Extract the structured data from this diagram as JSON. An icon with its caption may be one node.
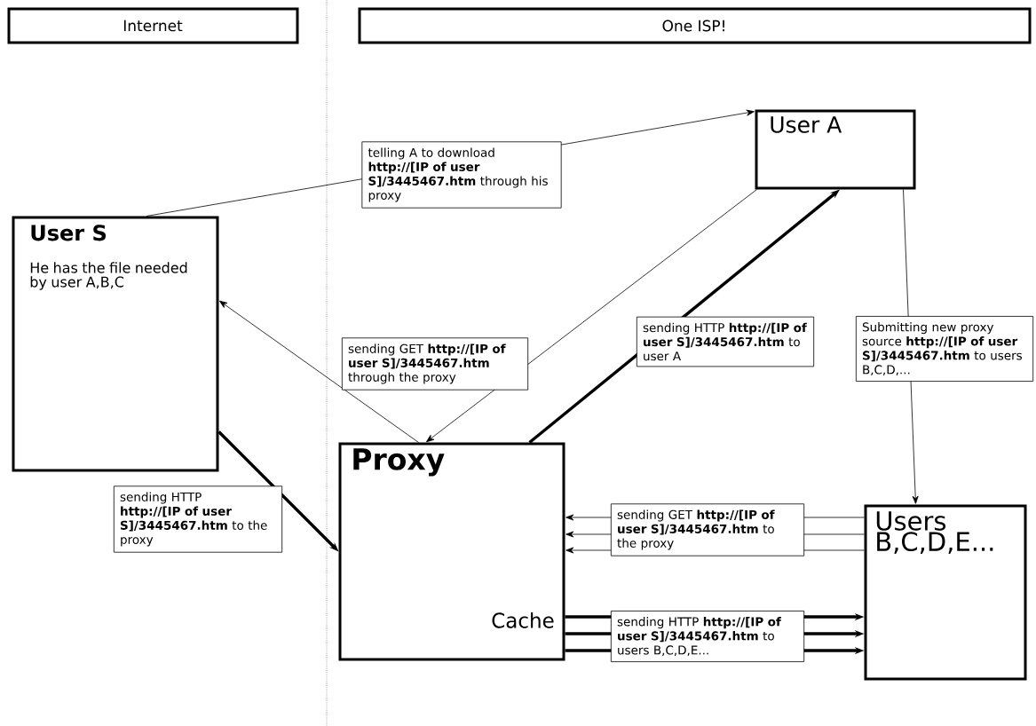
{
  "diagram": {
    "nodes": [
      {
        "text": [
          "Internet"
        ]
      },
      {
        "text": [
          "One ISP!"
        ]
      },
      {
        "text": [
          "User S",
          "He has the file needed by user A,B,C"
        ]
      },
      {
        "text": [
          "User A"
        ]
      },
      {
        "text": [
          "Proxy",
          "Cache"
        ]
      },
      {
        "text": [
          "Users B,C,D,E..."
        ]
      }
    ],
    "edges": [
      {
        "from": 2,
        "to": 3,
        "arrow": "to",
        "label": "telling A to download **http://[IP of user S]/3445467.htm** through his proxy"
      },
      {
        "from": 3,
        "to": 4,
        "arrow": "to",
        "label": "sending GET **http://[IP of user S]/3445467.htm** through the proxy"
      },
      {
        "from": 4,
        "to": 2,
        "arrow": "to"
      },
      {
        "from": 4,
        "to": 3,
        "arrow": "to",
        "style": "thick",
        "label": "sending HTTP **http://[IP of user S]/3445467.htm** to user A"
      },
      {
        "from": 2,
        "to": 4,
        "arrow": "to",
        "style": "thick",
        "label": "sending HTTP **http://[IP of user S]/3445467.htm** to the proxy"
      },
      {
        "from": 3,
        "to": 5,
        "arrow": "to",
        "label": "Submitting new proxy source **http://[IP of user S]/3445467.htm** to users B,C,D,..."
      },
      {
        "from": 5,
        "to": 4,
        "arrow": "to",
        "label": "sending GET **http://[IP of user S]/3445467.htm** to the proxy"
      },
      {
        "from": 5,
        "to": 4,
        "arrow": "to"
      },
      {
        "from": 5,
        "to": 4,
        "arrow": "to"
      },
      {
        "from": 4,
        "to": 5,
        "arrow": "to",
        "style": "thick",
        "label": "sending HTTP **http://[IP of user S]/3445467.htm** to users B,C,D,E..."
      },
      {
        "from": 4,
        "to": 5,
        "arrow": "to",
        "style": "thick"
      },
      {
        "from": 4,
        "to": 5,
        "arrow": "to",
        "style": "thick"
      }
    ]
  }
}
